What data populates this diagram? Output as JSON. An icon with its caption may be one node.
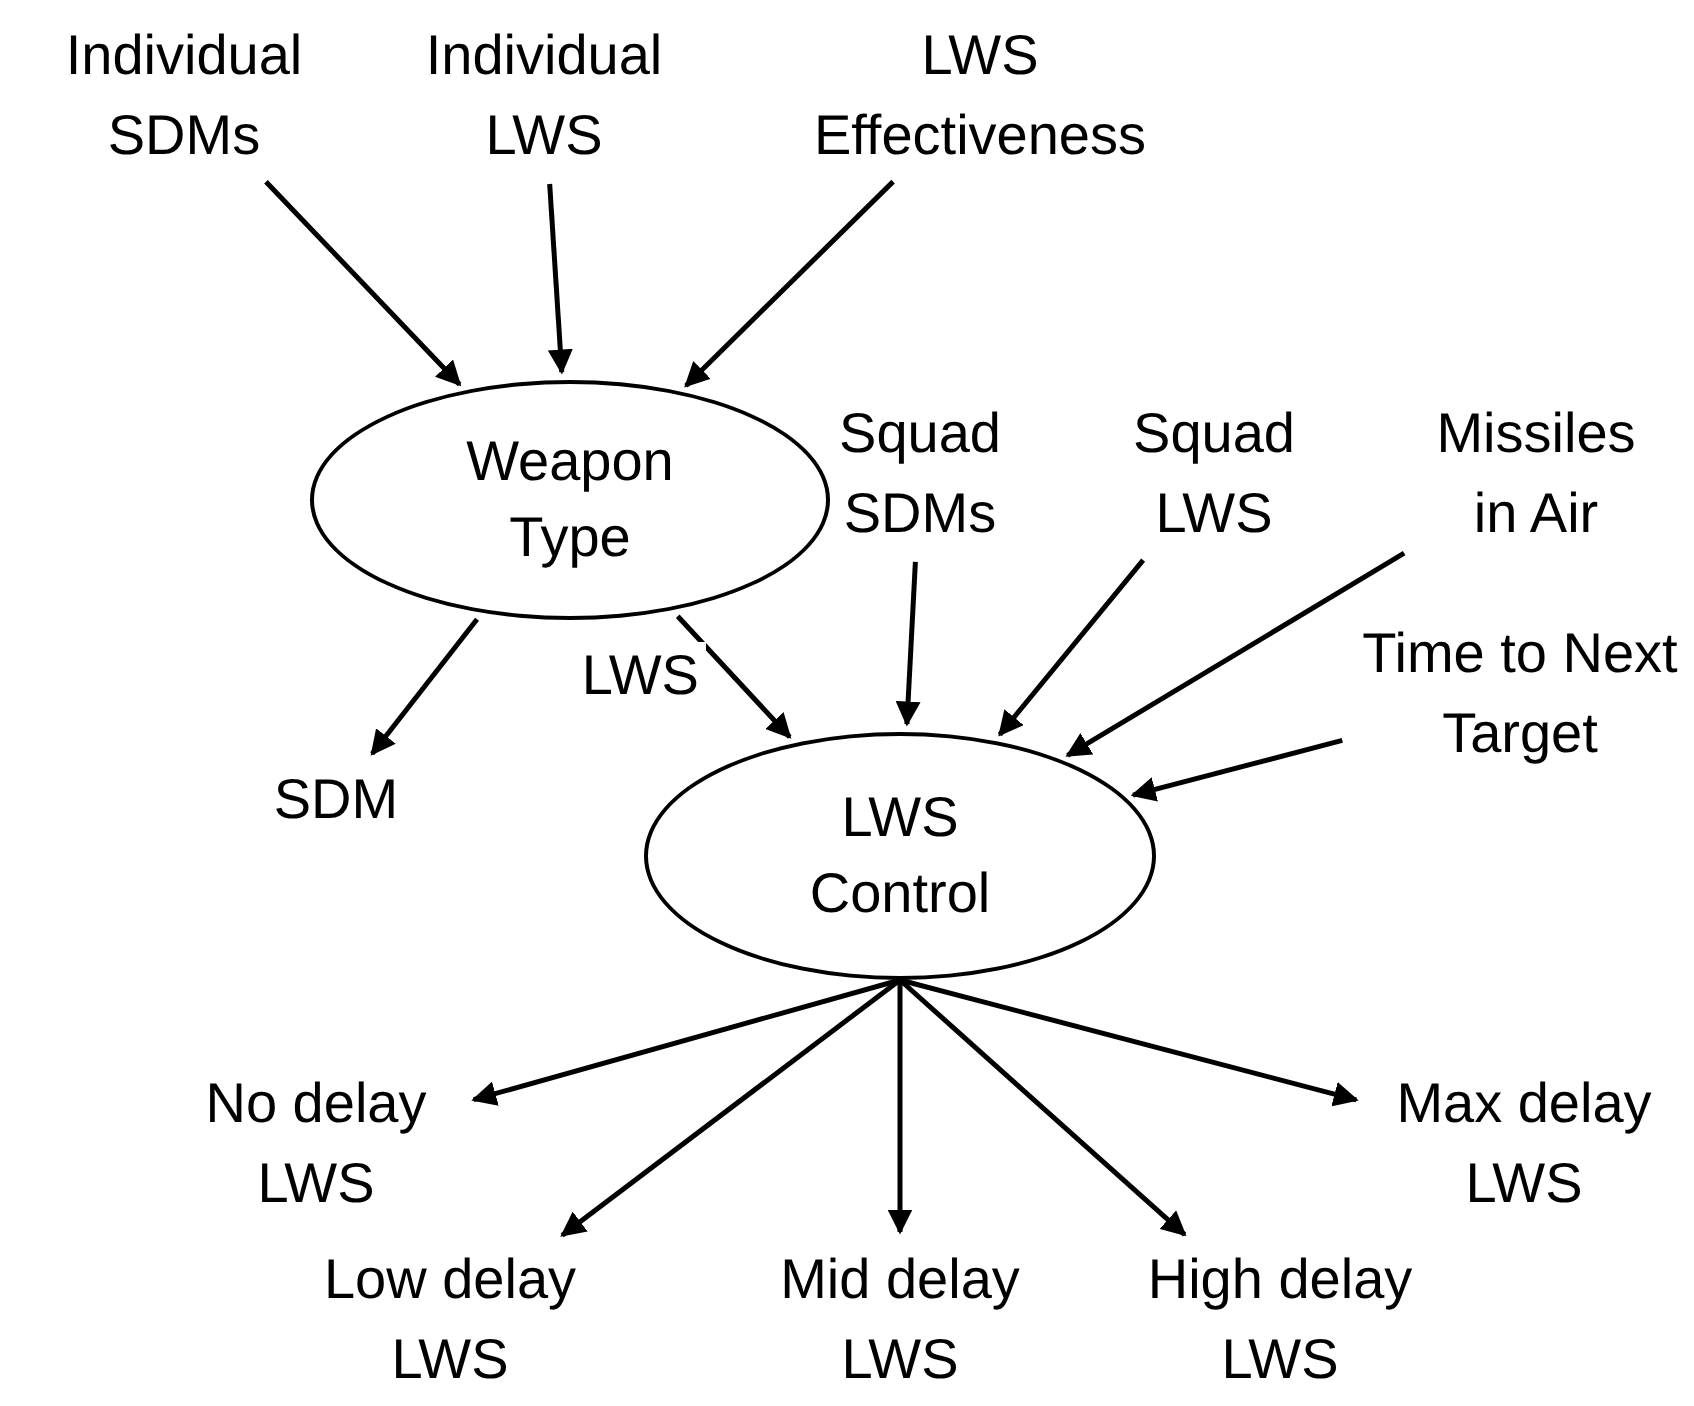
{
  "diagram": {
    "nodes": [
      {
        "text": [
          "Individual SDMs"
        ]
      },
      {
        "text": [
          "Individual LWS"
        ]
      },
      {
        "text": [
          "LWS Effectiveness"
        ]
      },
      {
        "text": [
          "Weapon Type"
        ]
      },
      {
        "text": [
          "SDM"
        ]
      },
      {
        "text": [
          "Squad SDMs"
        ]
      },
      {
        "text": [
          "Squad LWS"
        ]
      },
      {
        "text": [
          "Missiles in Air"
        ]
      },
      {
        "text": [
          "Time to Next Target"
        ]
      },
      {
        "text": [
          "LWS Control"
        ]
      },
      {
        "text": [
          "No delay LWS"
        ]
      },
      {
        "text": [
          "Low delay LWS"
        ]
      },
      {
        "text": [
          "Mid delay LWS"
        ]
      },
      {
        "text": [
          "High delay LWS"
        ]
      },
      {
        "text": [
          "Max delay LWS"
        ]
      }
    ],
    "edges": [
      {
        "from": 0,
        "to": 3,
        "arrow": "to"
      },
      {
        "from": 1,
        "to": 3,
        "arrow": "to"
      },
      {
        "from": 2,
        "to": 3,
        "arrow": "to"
      },
      {
        "from": 3,
        "to": 4,
        "arrow": "to"
      },
      {
        "from": 3,
        "to": 9,
        "arrow": "to",
        "label": "LWS"
      },
      {
        "from": 5,
        "to": 9,
        "arrow": "to"
      },
      {
        "from": 6,
        "to": 9,
        "arrow": "to"
      },
      {
        "from": 7,
        "to": 9,
        "arrow": "to"
      },
      {
        "from": 8,
        "to": 9,
        "arrow": "to"
      },
      {
        "from": 9,
        "to": 10,
        "arrow": "to"
      },
      {
        "from": 9,
        "to": 11,
        "arrow": "to"
      },
      {
        "from": 9,
        "to": 12,
        "arrow": "to"
      },
      {
        "from": 9,
        "to": 13,
        "arrow": "to"
      },
      {
        "from": 9,
        "to": 14,
        "arrow": "to"
      }
    ]
  }
}
